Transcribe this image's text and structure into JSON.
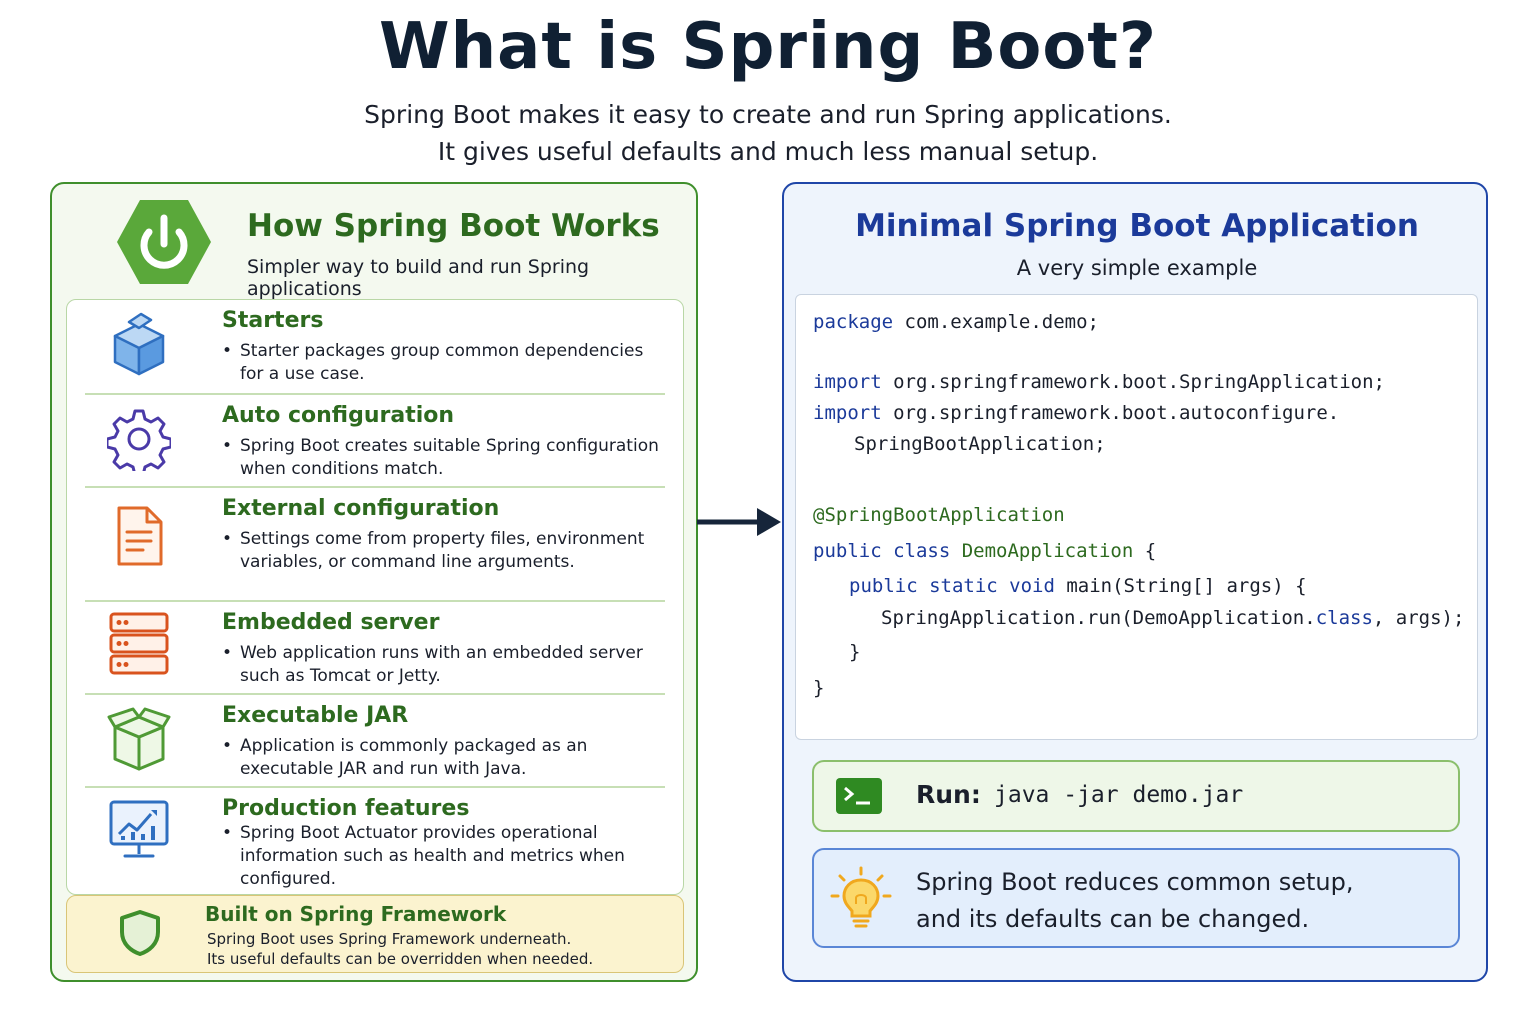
{
  "header": {
    "title": "What is Spring Boot?",
    "subtitle_line1": "Spring Boot makes it easy to create and run Spring applications.",
    "subtitle_line2": "It gives useful defaults and much less manual setup."
  },
  "left_panel": {
    "title": "How Spring Boot Works",
    "subtitle": "Simpler way to build and run Spring applications",
    "logo_icon": "power-icon",
    "features": [
      {
        "icon": "cube-icon",
        "title": "Starters",
        "desc": "Starter packages group common dependencies for a use case."
      },
      {
        "icon": "gear-icon",
        "title": "Auto configuration",
        "desc": "Spring Boot creates suitable Spring configuration when conditions match."
      },
      {
        "icon": "document-icon",
        "title": "External configuration",
        "desc": "Settings come from property files, environment variables, or command line arguments."
      },
      {
        "icon": "server-icon",
        "title": "Embedded server",
        "desc": "Web application runs with an embedded server such as Tomcat or Jetty."
      },
      {
        "icon": "package-icon",
        "title": "Executable JAR",
        "desc": "Application is commonly packaged as an executable JAR and run with Java."
      },
      {
        "icon": "monitor-chart-icon",
        "title": "Production features",
        "desc": "Spring Boot Actuator provides operational information such as health and metrics when configured."
      }
    ],
    "foundation": {
      "icon": "shield-icon",
      "title": "Built on Spring Framework",
      "line1": "Spring Boot uses Spring Framework underneath.",
      "line2": "Its useful defaults can be overridden when needed."
    }
  },
  "right_panel": {
    "title": "Minimal Spring Boot Application",
    "subtitle": "A very simple example",
    "code": {
      "l1_kw": "package",
      "l1_rest": " com.example.demo;",
      "l2_kw": "import",
      "l2_rest": " org.springframework.boot.SpringApplication;",
      "l3_kw": "import",
      "l3_rest": " org.springframework.boot.autoconfigure.",
      "l4": "SpringBootApplication;",
      "l5": "@SpringBootApplication",
      "l6_kw": "public class",
      "l6_name": " DemoApplication",
      "l6_rest": " {",
      "l7_kw": "public static void",
      "l7_rest": " main(String[] args) {",
      "l8_a": "SpringApplication.run(DemoApplication.",
      "l8_kw": "class",
      "l8_b": ", args);",
      "l9": "}",
      "l10": "}"
    },
    "run": {
      "icon": "terminal-icon",
      "label": "Run:",
      "command": "java -jar demo.jar"
    },
    "note": {
      "icon": "lightbulb-icon",
      "line1": "Spring Boot reduces common setup,",
      "line2": "and its defaults can be changed."
    }
  },
  "colors": {
    "spring_green": "#3f8f2c",
    "title_navy": "#102033",
    "code_blue": "#1b3a9a"
  }
}
